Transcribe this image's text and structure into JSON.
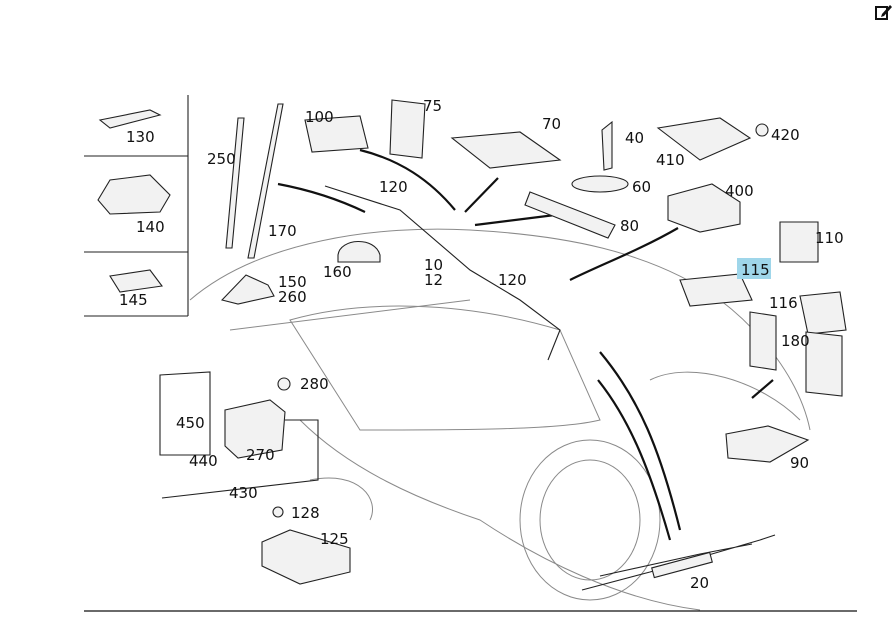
{
  "toolbar": {
    "edit_icon": "edit-icon"
  },
  "diagram": {
    "highlighted_part": "115",
    "labels": {
      "l130": "130",
      "l140": "140",
      "l145": "145",
      "l250": "250",
      "l170": "170",
      "l150": "150",
      "l260": "260",
      "l100": "100",
      "l75": "75",
      "l70": "70",
      "l40": "40",
      "l420": "420",
      "l410": "410",
      "l60": "60",
      "l400": "400",
      "l120a": "120",
      "l160": "160",
      "l10": "10",
      "l12": "12",
      "l120b": "120",
      "l80": "80",
      "l110": "110",
      "l115": "115",
      "l116": "116",
      "l180": "180",
      "l280": "280",
      "l450": "450",
      "l440": "440",
      "l270": "270",
      "l430": "430",
      "l128": "128",
      "l125": "125",
      "l90": "90",
      "l20": "20"
    }
  }
}
